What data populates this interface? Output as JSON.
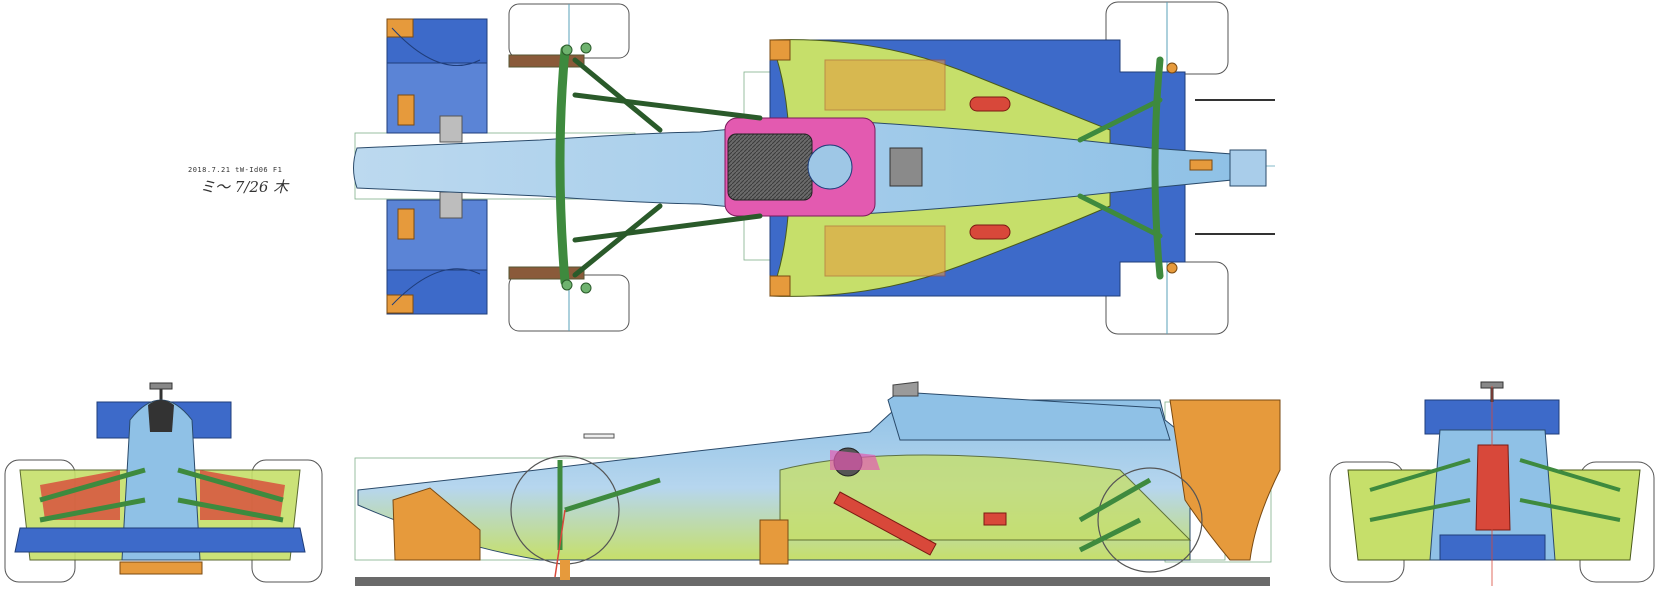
{
  "note": {
    "date_line": "2018.7.21  tW-Id06 F1",
    "handwritten": "ミ〜 7/26 木"
  },
  "palette": {
    "sky_blue": "#a9cdea",
    "royal_blue": "#3d6ac9",
    "lime": "#c6df6a",
    "orange": "#e69a3c",
    "green": "#3e8a3e",
    "pink": "#e35ab0",
    "red": "#d8483a",
    "tire": "#ffffff",
    "guide_line": "#5aa0b8",
    "guide_box": "#7fb08a"
  },
  "views": [
    "top-view",
    "front-view",
    "side-view",
    "rear-view"
  ]
}
